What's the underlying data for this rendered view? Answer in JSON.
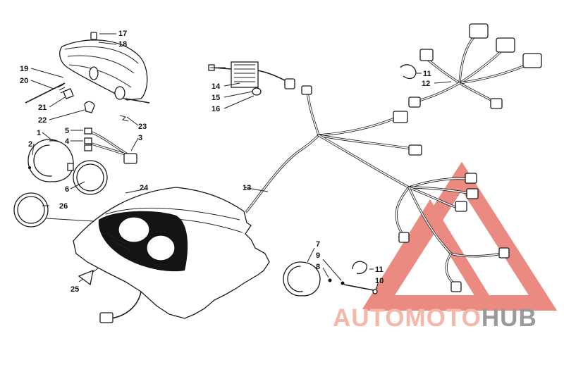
{
  "diagram": {
    "callouts": [
      "17",
      "18",
      "19",
      "20",
      "21",
      "22",
      "23",
      "1",
      "2",
      "5",
      "4",
      "3",
      "6",
      "26",
      "24",
      "25",
      "14",
      "15",
      "16",
      "13",
      "11",
      "12",
      "7",
      "9",
      "8",
      "11",
      "10"
    ]
  },
  "watermark": {
    "part_a": "AUTO",
    "part_b": "MOTO",
    "part_c": "HUB",
    "colors": {
      "light": "#f5b7a8",
      "triangle": "#e8766a",
      "grey": "#9a9a9a"
    }
  }
}
